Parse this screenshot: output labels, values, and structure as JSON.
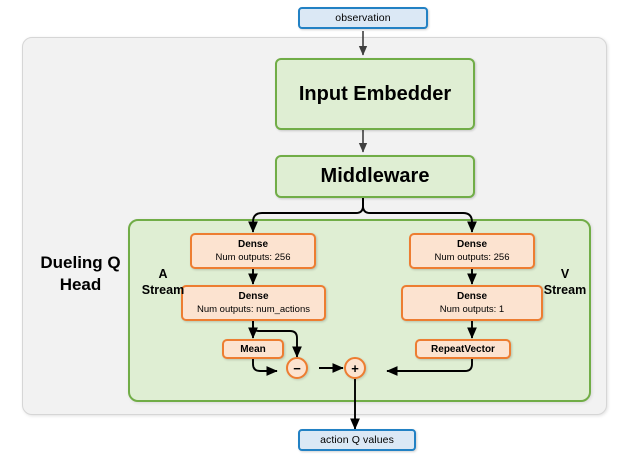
{
  "diagram": {
    "type": "flowchart",
    "title": "Dueling Q Head network architecture",
    "colors": {
      "io_fill": "#dbe8f5",
      "io_border": "#2281c4",
      "green_fill": "#dfeed3",
      "green_border": "#71ad47",
      "orange_fill": "#fce3d0",
      "orange_border": "#ed7d31",
      "outer_panel_fill": "#f2f2f2",
      "edge": "#000000"
    }
  },
  "io": {
    "input_label": "observation",
    "output_label": "action Q values"
  },
  "backbone": {
    "input_embedder": "Input Embedder",
    "middleware": "Middleware"
  },
  "head": {
    "title_line1": "Dueling Q",
    "title_line2": "Head",
    "a_stream_line1": "A",
    "a_stream_line2": "Stream",
    "v_stream_line1": "V",
    "v_stream_line2": "Stream"
  },
  "a_stream": {
    "dense1_title": "Dense",
    "dense1_detail": "Num outputs: 256",
    "dense2_title": "Dense",
    "dense2_detail": "Num outputs: num_actions",
    "mean_label": "Mean"
  },
  "v_stream": {
    "dense1_title": "Dense",
    "dense1_detail": "Num outputs: 256",
    "dense2_title": "Dense",
    "dense2_detail": "Num outputs: 1",
    "repeat_label": "RepeatVector"
  },
  "operators": {
    "subtract": "−",
    "add": "+"
  }
}
